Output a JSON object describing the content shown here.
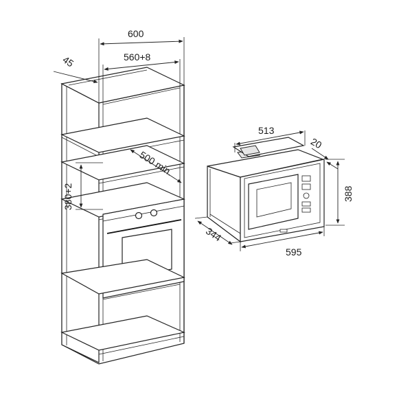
{
  "dimensions": {
    "cabinet_width": "600",
    "cabinet_inner_width": "560+8",
    "cabinet_depth_offset": "45",
    "niche_depth": "500 min.",
    "niche_height": "380+2",
    "microwave_depth": "513",
    "microwave_front_thickness": "20",
    "microwave_height": "388",
    "microwave_side_depth": "344",
    "microwave_width": "595"
  }
}
